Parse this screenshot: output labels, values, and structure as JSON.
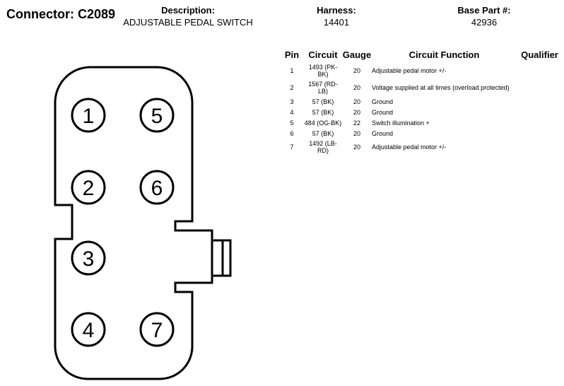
{
  "header": {
    "connector": "Connector: C2089",
    "description_label": "Description:",
    "description_value": "ADJUSTABLE PEDAL SWITCH",
    "harness_label": "Harness:",
    "harness_value": "14401",
    "base_part_label": "Base Part #:",
    "base_part_value": "42936"
  },
  "table": {
    "columns": [
      "Pin",
      "Circuit",
      "Gauge",
      "Circuit Function",
      "Qualifier"
    ],
    "rows": [
      {
        "pin": "1",
        "circuit": "1493 (PK-BK)",
        "gauge": "20",
        "function": "Adjustable pedal motor +/-",
        "qualifier": ""
      },
      {
        "pin": "2",
        "circuit": "1567 (RD-LB)",
        "gauge": "20",
        "function": "Voltage supplied at all times (overload protected)",
        "qualifier": ""
      },
      {
        "pin": "3",
        "circuit": "57 (BK)",
        "gauge": "20",
        "function": "Ground",
        "qualifier": ""
      },
      {
        "pin": "4",
        "circuit": "57 (BK)",
        "gauge": "20",
        "function": "Ground",
        "qualifier": ""
      },
      {
        "pin": "5",
        "circuit": "484 (OG-BK)",
        "gauge": "22",
        "function": "Switch illumination +",
        "qualifier": ""
      },
      {
        "pin": "6",
        "circuit": "57 (BK)",
        "gauge": "20",
        "function": "Ground",
        "qualifier": ""
      },
      {
        "pin": "7",
        "circuit": "1492 (LB-RD)",
        "gauge": "20",
        "function": "Adjustable pedal motor +/-",
        "qualifier": ""
      }
    ]
  },
  "diagram": {
    "pin_labels": [
      "1",
      "2",
      "3",
      "4",
      "5",
      "6",
      "7"
    ]
  }
}
